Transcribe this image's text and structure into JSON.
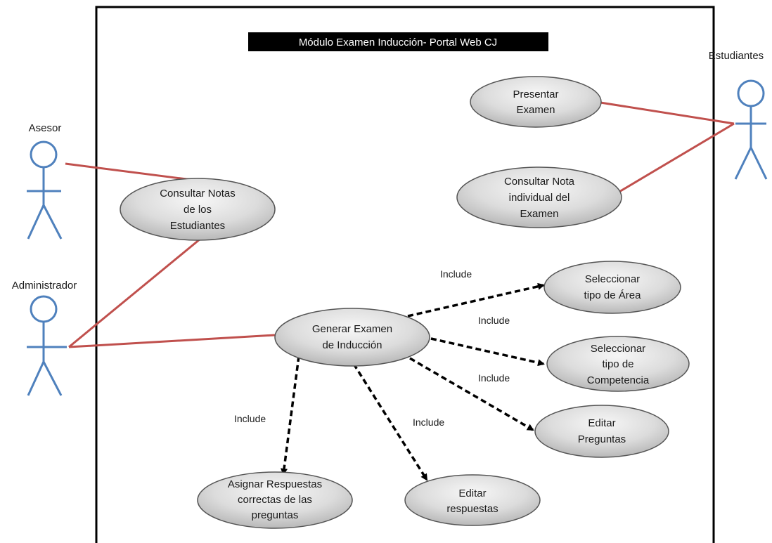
{
  "title": "Módulo Examen Inducción- Portal Web CJ",
  "actors": {
    "asesor": "Asesor",
    "administrador": "Administrador",
    "estudiantes": "Estudiantes"
  },
  "use_cases": {
    "presentar_examen": [
      "Presentar",
      "Examen"
    ],
    "consultar_nota_individual": [
      "Consultar Nota",
      "individual del",
      "Examen"
    ],
    "consultar_notas_estudiantes": [
      "Consultar  Notas",
      "de los",
      "Estudiantes"
    ],
    "generar_examen": [
      "Generar Examen",
      "de Inducción"
    ],
    "seleccionar_area": [
      "Seleccionar",
      "tipo  de Área"
    ],
    "seleccionar_competencia": [
      "Seleccionar",
      "tipo de",
      "Competencia"
    ],
    "editar_preguntas": [
      "Editar",
      "Preguntas"
    ],
    "editar_respuestas": [
      "Editar",
      "respuestas"
    ],
    "asignar_respuestas": [
      "Asignar Respuestas",
      "correctas de las",
      "preguntas"
    ]
  },
  "include_label": "Include",
  "colors": {
    "association_line": "#c0504d",
    "actor": "#4f81bd",
    "usecase_stroke": "#555555",
    "title_bg": "#000000"
  }
}
